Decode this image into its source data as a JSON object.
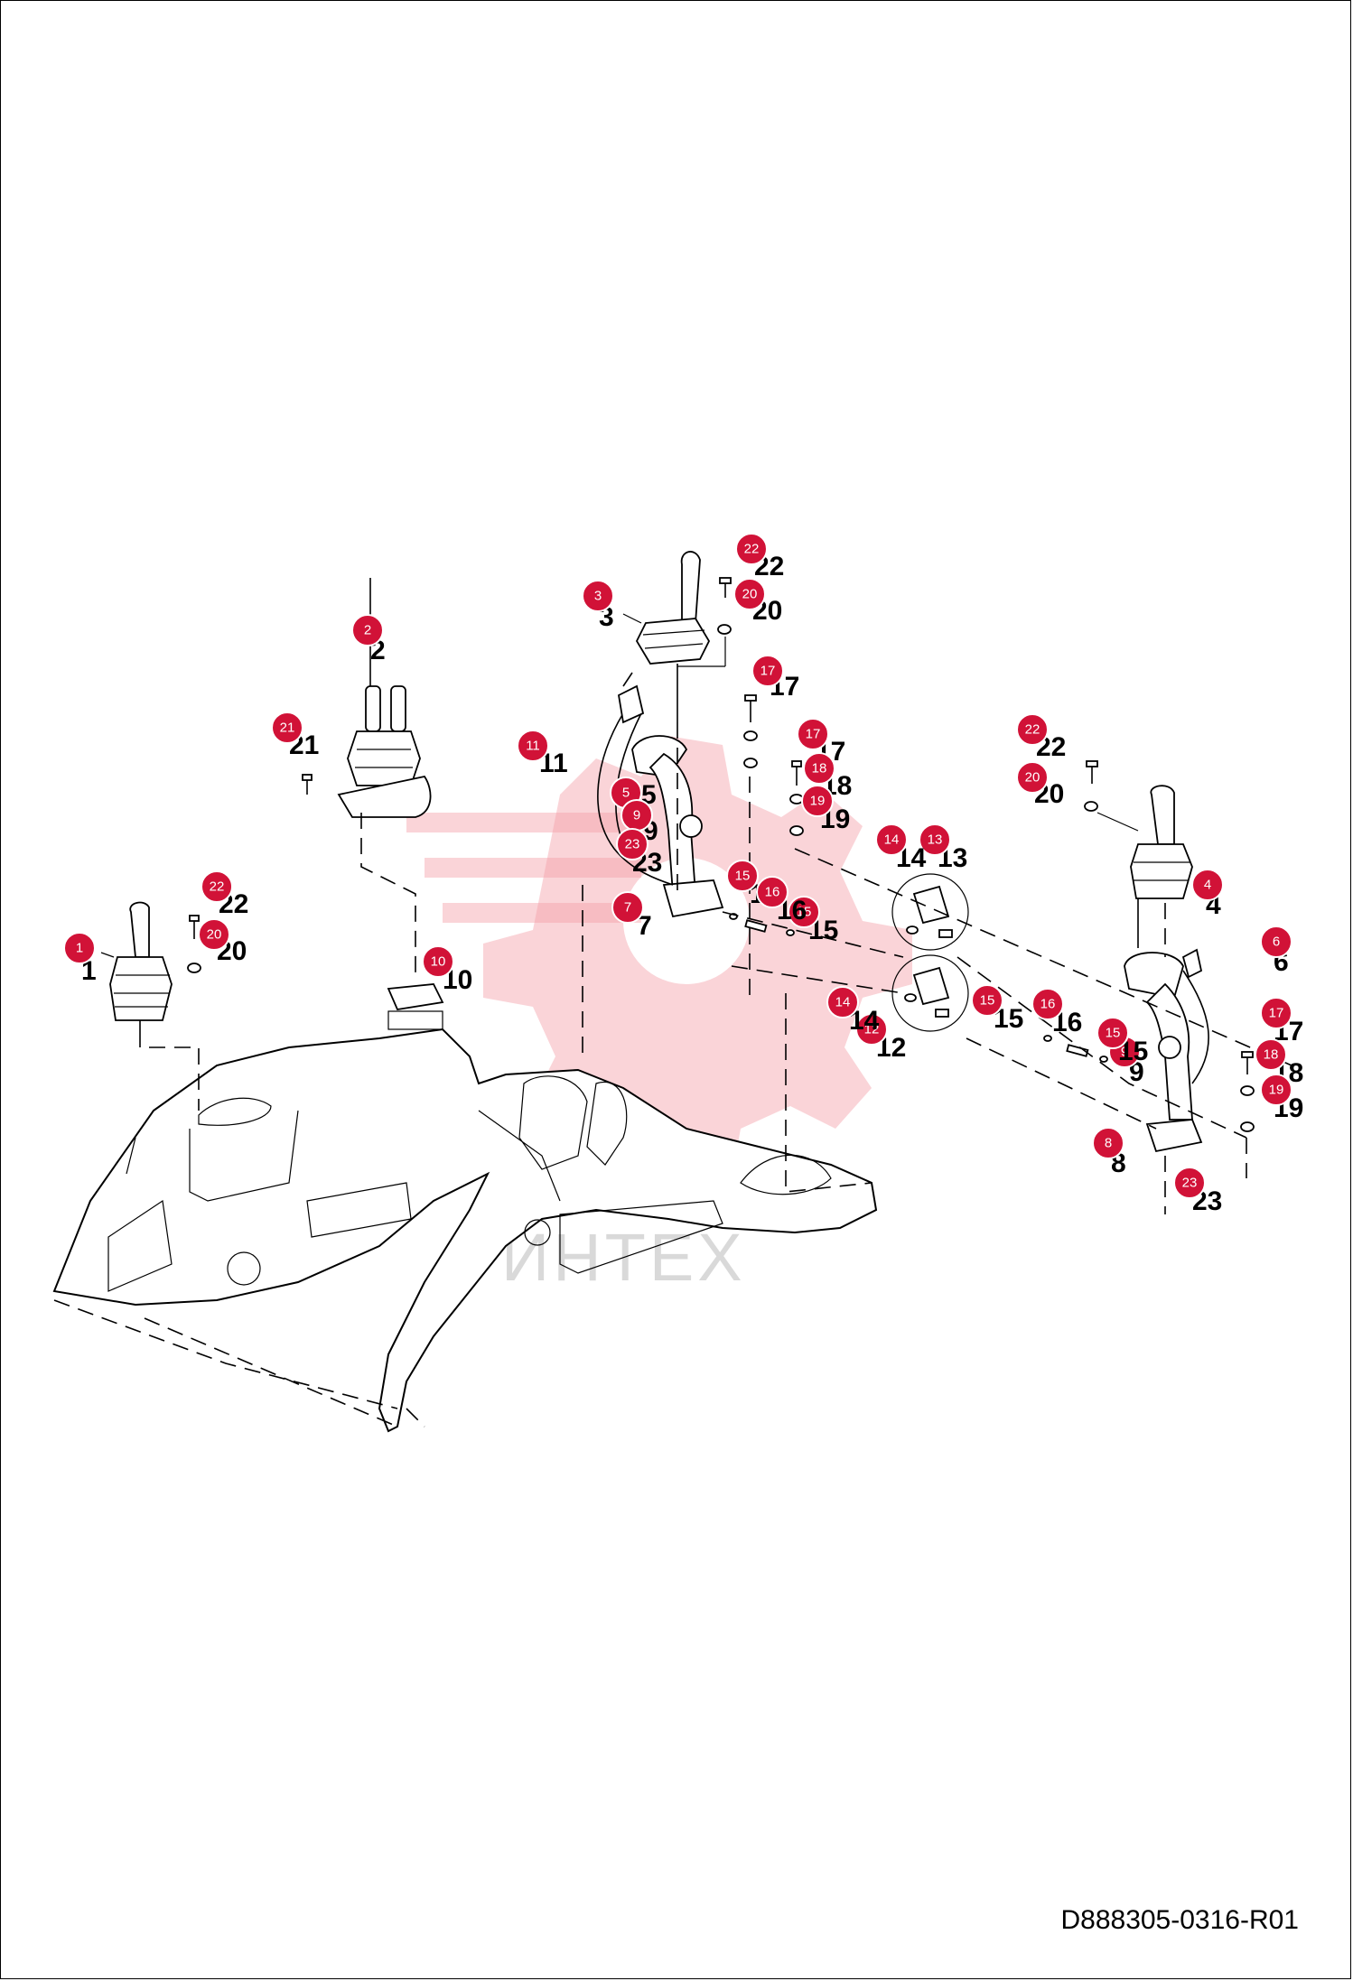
{
  "drawing_code": "D888305-0316-R01",
  "watermark": "ИНТЕХ",
  "colors": {
    "badge": "#d11237",
    "watermark": "#f4a0a8",
    "line": "#000000"
  },
  "callouts": [
    {
      "id": "c1",
      "label": "1",
      "badge": "1"
    },
    {
      "id": "c2",
      "label": "2",
      "badge": "2"
    },
    {
      "id": "c3",
      "label": "3",
      "badge": "3"
    },
    {
      "id": "c4",
      "label": "4",
      "badge": "4"
    },
    {
      "id": "c5",
      "label": "5",
      "badge": "5"
    },
    {
      "id": "c6",
      "label": "6",
      "badge": "6"
    },
    {
      "id": "c7",
      "label": "7",
      "badge": "7"
    },
    {
      "id": "c8",
      "label": "8",
      "badge": "8"
    },
    {
      "id": "c9a",
      "label": "9",
      "badge": "9"
    },
    {
      "id": "c9b",
      "label": "9",
      "badge": "9"
    },
    {
      "id": "c10",
      "label": "10",
      "badge": "10"
    },
    {
      "id": "c11",
      "label": "11",
      "badge": "11"
    },
    {
      "id": "c12",
      "label": "12",
      "badge": "12"
    },
    {
      "id": "c13",
      "label": "13",
      "badge": "13"
    },
    {
      "id": "c14a",
      "label": "14",
      "badge": "14"
    },
    {
      "id": "c14b",
      "label": "14",
      "badge": "14"
    },
    {
      "id": "c15a",
      "label": "15",
      "badge": "15"
    },
    {
      "id": "c15b",
      "label": "15",
      "badge": "15"
    },
    {
      "id": "c15c",
      "label": "15",
      "badge": "15"
    },
    {
      "id": "c15d",
      "label": "15",
      "badge": "15"
    },
    {
      "id": "c16a",
      "label": "16",
      "badge": "16"
    },
    {
      "id": "c16b",
      "label": "16",
      "badge": "16"
    },
    {
      "id": "c17a",
      "label": "17",
      "badge": "17"
    },
    {
      "id": "c17b",
      "label": "17",
      "badge": "17"
    },
    {
      "id": "c17c",
      "label": "17",
      "badge": "17"
    },
    {
      "id": "c18a",
      "label": "18",
      "badge": "18"
    },
    {
      "id": "c18b",
      "label": "18",
      "badge": "18"
    },
    {
      "id": "c19a",
      "label": "19",
      "badge": "19"
    },
    {
      "id": "c19b",
      "label": "19",
      "badge": "19"
    },
    {
      "id": "c20a",
      "label": "20",
      "badge": "20"
    },
    {
      "id": "c20b",
      "label": "20",
      "badge": "20"
    },
    {
      "id": "c20c",
      "label": "20",
      "badge": "20"
    },
    {
      "id": "c21",
      "label": "21",
      "badge": "21"
    },
    {
      "id": "c22a",
      "label": "22",
      "badge": "22"
    },
    {
      "id": "c22b",
      "label": "22",
      "badge": "22"
    },
    {
      "id": "c22c",
      "label": "22",
      "badge": "22"
    },
    {
      "id": "c23a",
      "label": "23",
      "badge": "23"
    },
    {
      "id": "c23b",
      "label": "23",
      "badge": "23"
    }
  ]
}
